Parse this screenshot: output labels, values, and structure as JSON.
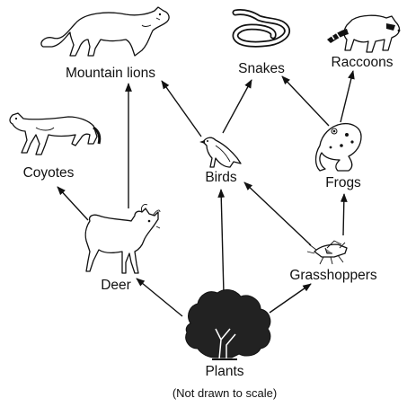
{
  "nodes": {
    "mountain_lions": {
      "label": "Mountain lions",
      "icon": "mountain-lion-icon"
    },
    "snakes": {
      "label": "Snakes",
      "icon": "snake-icon"
    },
    "raccoons": {
      "label": "Raccoons",
      "icon": "raccoon-icon"
    },
    "coyotes": {
      "label": "Coyotes",
      "icon": "coyote-icon"
    },
    "birds": {
      "label": "Birds",
      "icon": "bird-icon"
    },
    "frogs": {
      "label": "Frogs",
      "icon": "frog-icon"
    },
    "deer": {
      "label": "Deer",
      "icon": "deer-icon"
    },
    "grasshoppers": {
      "label": "Grasshoppers",
      "icon": "grasshopper-icon"
    },
    "plants": {
      "label": "Plants",
      "icon": "tree-icon"
    }
  },
  "edges": [
    {
      "from": "Plants",
      "to": "Deer"
    },
    {
      "from": "Plants",
      "to": "Birds"
    },
    {
      "from": "Plants",
      "to": "Grasshoppers"
    },
    {
      "from": "Deer",
      "to": "Coyotes"
    },
    {
      "from": "Deer",
      "to": "Mountain lions"
    },
    {
      "from": "Birds",
      "to": "Mountain lions"
    },
    {
      "from": "Birds",
      "to": "Snakes"
    },
    {
      "from": "Grasshoppers",
      "to": "Birds"
    },
    {
      "from": "Grasshoppers",
      "to": "Frogs"
    },
    {
      "from": "Frogs",
      "to": "Snakes"
    },
    {
      "from": "Frogs",
      "to": "Raccoons"
    }
  ],
  "caption": "(Not drawn to scale)"
}
